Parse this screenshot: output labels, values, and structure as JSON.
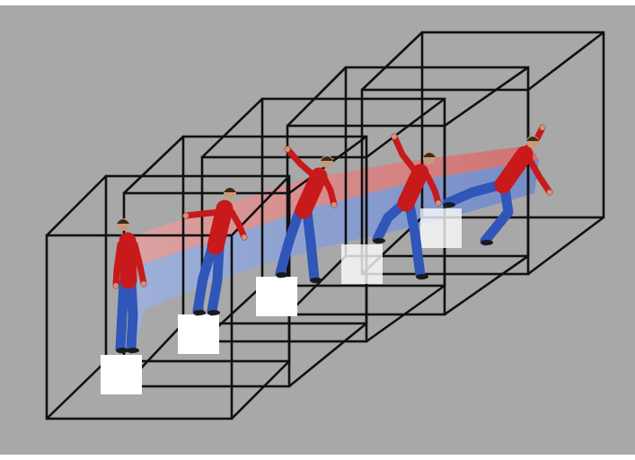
{
  "scene": {
    "background_color": "#a8a8a8",
    "frame_color": "#111111",
    "block_color": "#ffffff",
    "figure": {
      "shirt_color": "#c81a1a",
      "pants_color": "#2f56b8",
      "skin_color": "#c79a7a",
      "hair_color": "#3a2a1a",
      "shoe_color": "#1a1a1a"
    },
    "trajectory_band_colors": {
      "upper": "#e08a8a",
      "lower": "#8fa6d8"
    },
    "frame_count": 5,
    "poses": [
      "standing",
      "stepping",
      "leaning",
      "stumbling",
      "falling"
    ]
  }
}
